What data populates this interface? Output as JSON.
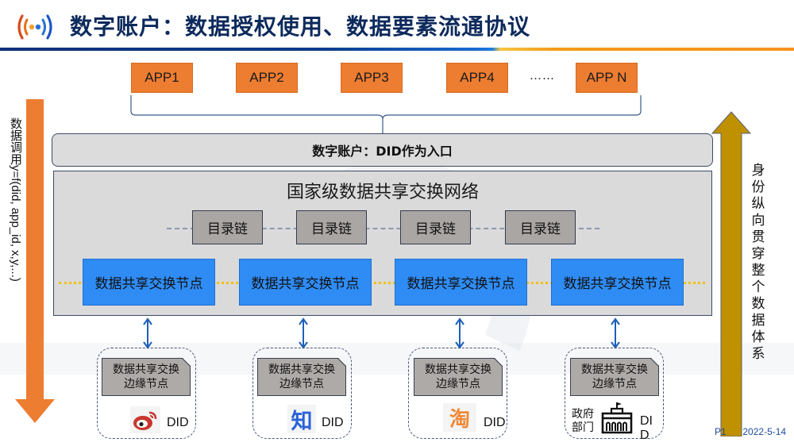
{
  "header": {
    "title": "数字账户：数据授权使用、数据要素流通协议",
    "logo_icon": "signal-broadcast-icon"
  },
  "apps": [
    "APP1",
    "APP2",
    "APP3",
    "APP4",
    "APP N"
  ],
  "apps_ellipsis": "……",
  "entry": {
    "label": "数字账户：DID作为入口"
  },
  "network": {
    "title": "国家级数据共享交换网络",
    "chains": [
      "目录链",
      "目录链",
      "目录链",
      "目录链"
    ],
    "nodes": [
      "数据共享交换节点",
      "数据共享交换节点",
      "数据共享交换节点",
      "数据共享交换节点"
    ]
  },
  "edges": [
    {
      "line1": "数据共享交换",
      "line2": "边缘节点",
      "icon": "weibo-logo-icon",
      "did": "DID"
    },
    {
      "line1": "数据共享交换",
      "line2": "边缘节点",
      "icon": "zhihu-logo-icon",
      "icon_text": "知",
      "did": "DID"
    },
    {
      "line1": "数据共享交换",
      "line2": "边缘节点",
      "icon": "taobao-logo-icon",
      "icon_text": "淘",
      "did": "DID"
    },
    {
      "line1": "数据共享交换",
      "line2": "边缘节点",
      "icon": "government-building-icon",
      "org_line1": "政府",
      "org_line2": "部门",
      "did_line1": "DI",
      "did_line2": "D"
    }
  ],
  "left_arrow": {
    "label": "数据调用y=f(did, app_id, x,y,...)",
    "color": "#ed7d31"
  },
  "right_arrow": {
    "label": "身份纵向贯穿整个数据体系",
    "color": "#bf9000"
  },
  "footer": {
    "page": "P1",
    "date": "2022-5-14"
  },
  "colors": {
    "app": "#ed7d31",
    "node": "#2f8cf5",
    "chain": "#aaa6a4",
    "title": "#0d2a5c",
    "arrow_blue": "#1f5fb8"
  }
}
